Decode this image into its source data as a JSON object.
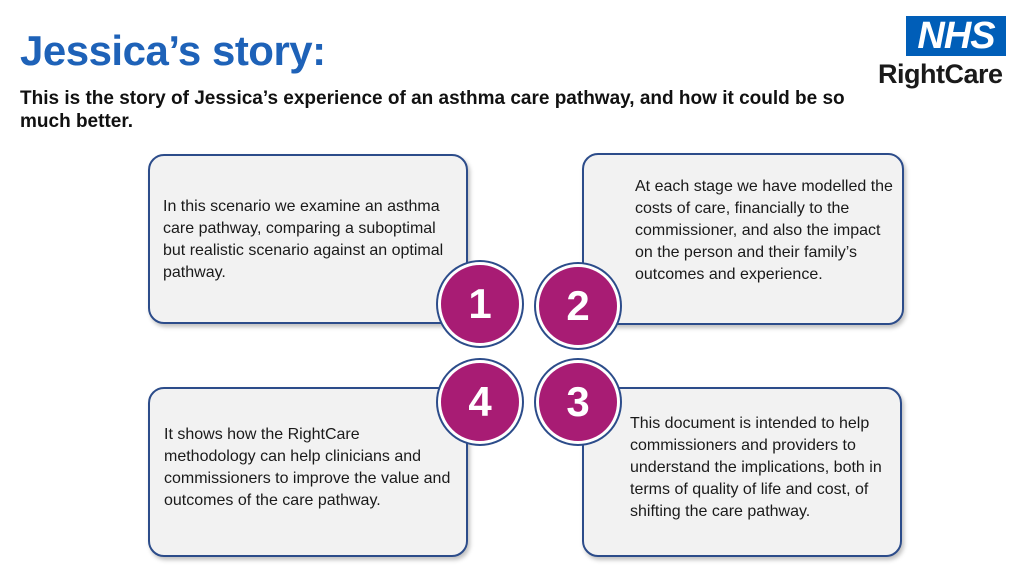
{
  "header": {
    "title": "Jessica’s story:",
    "subtitle": "This is the story of Jessica’s experience of an asthma care pathway, and how it could be so much better."
  },
  "logo": {
    "nhs": "NHS",
    "rightcare": "RightCare",
    "nhs_color": "#005eb8"
  },
  "colors": {
    "title": "#1e62b8",
    "badge": "#a81c74",
    "card_border": "#2c4c8a",
    "card_fill": "#f2f2f2"
  },
  "cards": [
    {
      "number": "1",
      "text": "In this scenario we examine an asthma care pathway, comparing a suboptimal but realistic scenario against an optimal pathway."
    },
    {
      "number": "2",
      "text": "At each stage we have modelled the costs of care, financially to the commissioner, and also the impact on the person and their family’s outcomes and experience."
    },
    {
      "number": "3",
      "text": "This document is intended to help commissioners and providers to understand the implications, both in terms of quality of life and cost, of shifting the care pathway."
    },
    {
      "number": "4",
      "text": "It shows how the RightCare methodology can help clinicians and commissioners to improve the value and outcomes of the care pathway."
    }
  ]
}
